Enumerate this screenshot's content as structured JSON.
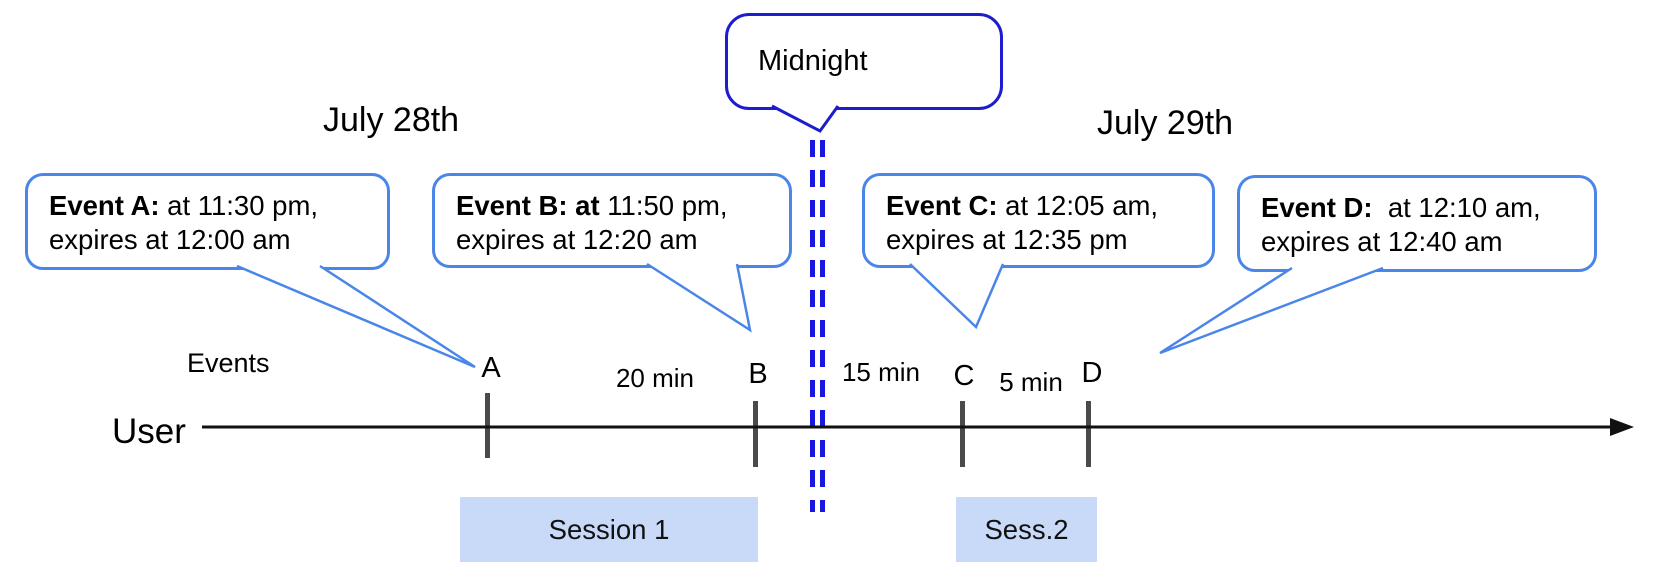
{
  "dates": {
    "left": "July 28th",
    "right": "July 29th"
  },
  "midnight": {
    "label": "Midnight"
  },
  "events": [
    {
      "id": "A",
      "prefix": "Event A:",
      "line1": " at 11:30 pm,",
      "line2": "expires at 12:00 am"
    },
    {
      "id": "B",
      "prefix": "Event B: at",
      "line1": " 11:50 pm,",
      "line2": "expires at 12:20 am"
    },
    {
      "id": "C",
      "prefix": "Event C:",
      "line1": " at 12:05 am,",
      "line2": "expires at 12:35 pm"
    },
    {
      "id": "D",
      "prefix": "Event D:",
      "line1": "  at 12:10 am,",
      "line2": "expires at 12:40 am"
    }
  ],
  "timeline": {
    "axis_label": "Events",
    "actor_label": "User",
    "ticks": [
      "A",
      "B",
      "C",
      "D"
    ],
    "intervals": [
      "20 min",
      "15 min",
      "5 min"
    ]
  },
  "sessions": [
    {
      "label": "Session 1"
    },
    {
      "label": "Sess.2"
    }
  ],
  "colors": {
    "event_bubble_border": "#4a86e8",
    "midnight_border": "#1d1dcf",
    "midnight_dashes": "#1717e0",
    "session_fill": "#c9daf8",
    "tick": "#4a4a4a",
    "timeline": "#111111"
  }
}
